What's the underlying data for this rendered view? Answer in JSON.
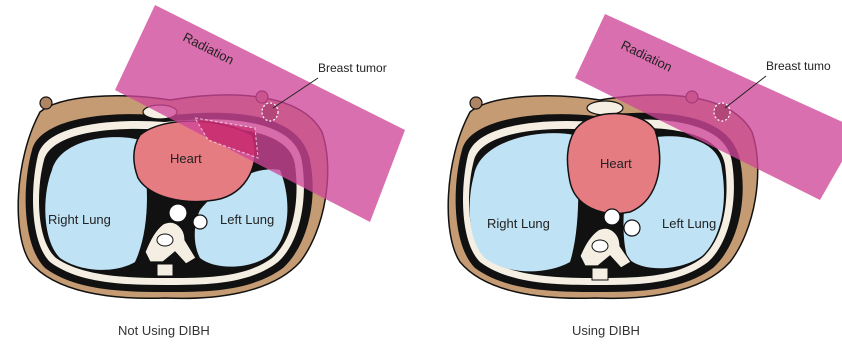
{
  "colors": {
    "radiation": "#d0479a",
    "lung": "#bfe3f5",
    "heart": "#e47c82",
    "skin": "#c59b73",
    "body_black": "#111111",
    "bone": "#f4efe2",
    "tumor_region": "#b3477a"
  },
  "panels": [
    {
      "caption": "Not Using DIBH",
      "radiation_label": "Radiation",
      "tumor_label": "Breast tumor",
      "heart_label": "Heart",
      "right_lung_label": "Right Lung",
      "left_lung_label": "Left Lung"
    },
    {
      "caption": "Using DIBH",
      "radiation_label": "Radiation",
      "tumor_label": "Breast tumo",
      "heart_label": "Heart",
      "right_lung_label": "Right Lung",
      "left_lung_label": "Left Lung"
    }
  ]
}
